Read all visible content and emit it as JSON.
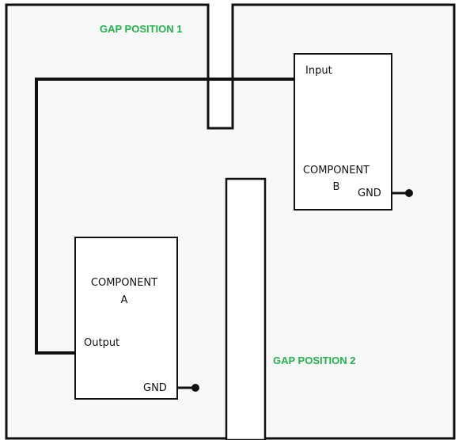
{
  "labels": {
    "gap_position_1": "GAP POSITION 1",
    "gap_position_2": "GAP POSITION 2"
  },
  "component_a": {
    "name_line1": "COMPONENT",
    "name_line2": "A",
    "output_pin": "Output",
    "gnd_pin": "GND"
  },
  "component_b": {
    "name_line1": "COMPONENT",
    "name_line2": "B",
    "input_pin": "Input",
    "gnd_pin": "GND"
  },
  "colors": {
    "gap_label": "#22b24c",
    "outline": "#111111",
    "board_fill": "#f8f8f8"
  }
}
